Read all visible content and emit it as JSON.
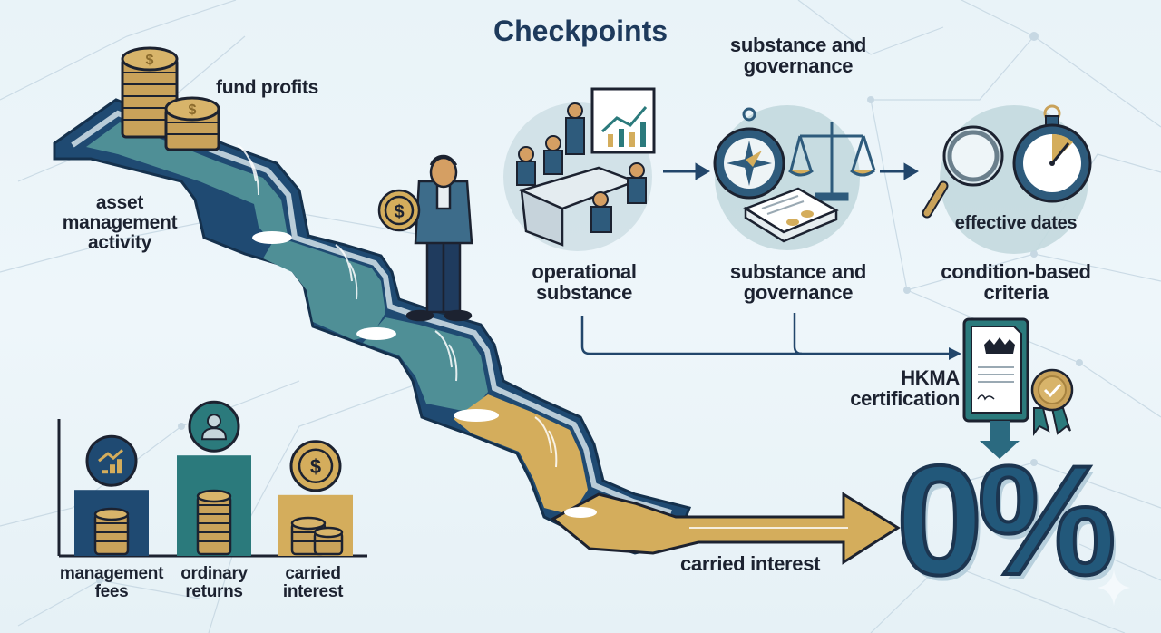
{
  "title": "Checkpoints",
  "waterfall": {
    "top_label": "fund profits",
    "side_label_lines": [
      "asset",
      "management",
      "activity"
    ],
    "output_label": "carried interest"
  },
  "checkpoints": [
    {
      "label_lines": [
        "operational",
        "substance"
      ],
      "icon": "team-meeting-icon"
    },
    {
      "top_label_lines": [
        "substance and",
        "governance"
      ],
      "label_lines": [
        "substance and",
        "governance"
      ],
      "icon": "compass-scales-documents-icon"
    },
    {
      "inner_label": "effective dates",
      "label_lines": [
        "condition-based",
        "criteria"
      ],
      "icon": "magnifier-stopwatch-icon"
    }
  ],
  "certification": {
    "label_lines": [
      "HKMA",
      "certification"
    ],
    "icon": "certificate-icon"
  },
  "result": {
    "value": "0%"
  },
  "bar_chart": {
    "categories": [
      {
        "label_lines": [
          "management",
          "fees"
        ],
        "icon": "growth-chart-icon",
        "color": "#1f4a72",
        "relative_height": 0.52
      },
      {
        "label_lines": [
          "ordinary",
          "returns"
        ],
        "icon": "person-icon",
        "color": "#2b7a7c",
        "relative_height": 0.72
      },
      {
        "label_lines": [
          "carried",
          "interest"
        ],
        "icon": "dollar-coin-icon",
        "color": "#d4ad5c",
        "relative_height": 0.48
      }
    ]
  },
  "colors": {
    "navy": "#1e3a5c",
    "dark_blue": "#22466b",
    "teal": "#2b7a7c",
    "water": "#4f8f96",
    "gold": "#d4ad5c",
    "background": "#eaf3f8"
  }
}
